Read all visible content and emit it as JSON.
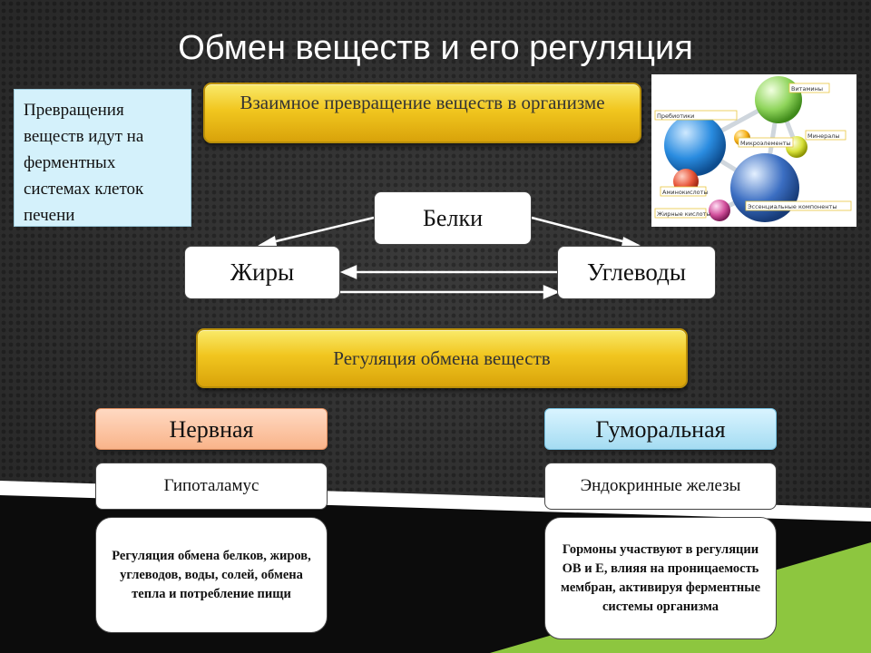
{
  "title": "Обмен веществ и его регуляция",
  "note": "Превращения веществ идут на ферментных системах клеток печени",
  "banner_top": "Взаимное превращение веществ в организме",
  "nodes": {
    "proteins": "Белки",
    "fats": "Жиры",
    "carbs": "Углеводы"
  },
  "banner_regulation": "Регуляция обмена веществ",
  "nervous": {
    "title": "Нервная",
    "organ": "Гипоталамус",
    "description": "Регуляция обмена белков, жиров, углеводов, воды, солей, обмена тепла и потребление пищи"
  },
  "humoral": {
    "title": "Гуморальная",
    "organ": "Эндокринные железы",
    "description": "Гормоны участвуют в регуляции ОВ и Е, влияя на проницаемость мембран, активируя ферментные системы организма"
  },
  "molecule_image": {
    "labels": [
      "Витамины",
      "Минералы",
      "Микроэлементы",
      "Аминокислоты",
      "Жирные кислоты",
      "Эссенциальные компоненты",
      "Пребиотики"
    ]
  },
  "colors": {
    "accent_green": "#8dc63f",
    "gold": "#f1c61f",
    "background": "#2b2b2b"
  }
}
